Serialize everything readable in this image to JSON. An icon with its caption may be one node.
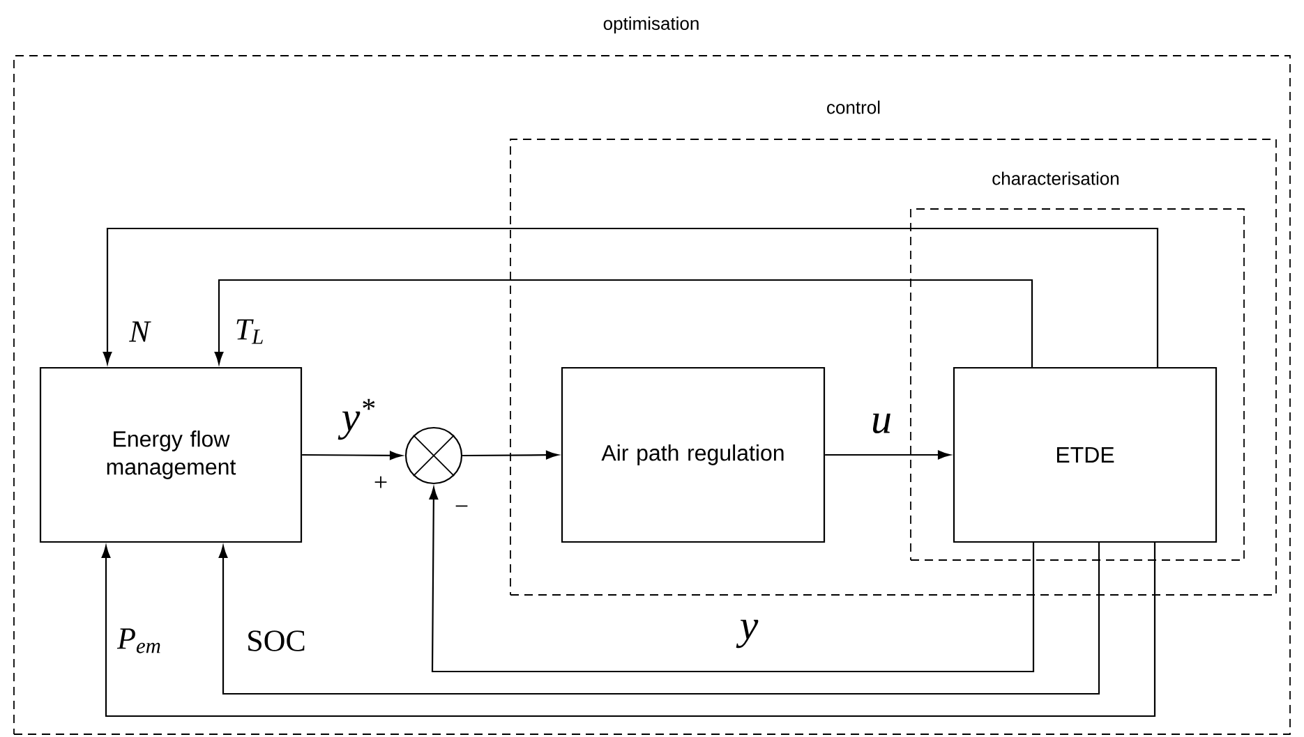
{
  "diagram": {
    "nodes": [
      {
        "text": [
          "optimisation"
        ]
      },
      {
        "text": [
          "control"
        ],
        "in": 0
      },
      {
        "text": [
          "characterisation"
        ],
        "in": 1
      },
      {
        "text": [
          "Energy flow management"
        ],
        "in": 0
      },
      {
        "text": [],
        "shape": "circle",
        "in": 0
      },
      {
        "text": [
          "Air path regulation"
        ],
        "in": 1
      },
      {
        "text": [
          "ETDE"
        ],
        "in": 2
      }
    ],
    "edges": [
      {
        "from": 6,
        "to": 3,
        "arrow": "to",
        "label": "N"
      },
      {
        "from": 6,
        "to": 3,
        "arrow": "to",
        "label": "T$_{L}$"
      },
      {
        "from": 3,
        "to": 4,
        "arrow": "to",
        "label": "y$^{*}$"
      },
      {
        "from": 4,
        "to": 5,
        "arrow": "to"
      },
      {
        "from": 5,
        "to": 6,
        "arrow": "to",
        "label": "u"
      },
      {
        "from": 6,
        "to": 4,
        "arrow": "to",
        "label": "y"
      },
      {
        "from": 6,
        "to": 3,
        "arrow": "to",
        "label": "SOC"
      },
      {
        "from": 6,
        "to": 3,
        "arrow": "to",
        "label": "P$_{em}$"
      }
    ],
    "labels": [
      "+",
      "−"
    ]
  }
}
